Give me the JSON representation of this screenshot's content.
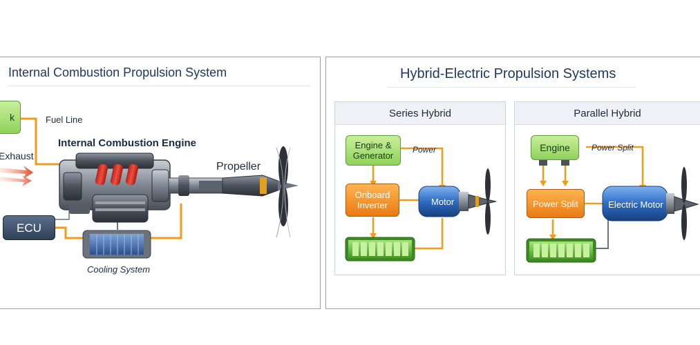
{
  "left_panel": {
    "title": "Internal Combustion Propulsion System",
    "labels": {
      "tank": "k",
      "fuel_line": "Fuel Line",
      "engine": "Internal Combustion Engine",
      "exhaust": "Exhaust",
      "propeller": "Propeller",
      "ecu": "ECU",
      "cooling": "Cooling System"
    }
  },
  "right_panel": {
    "title": "Hybrid-Electric Propulsion Systems",
    "series": {
      "heading": "Series Hybrid",
      "engine_generator": "Engine & Generator",
      "power": "Power",
      "inverter": "Onboard Inverter",
      "motor": "Motor"
    },
    "parallel": {
      "heading": "Parallel Hybrid",
      "engine": "Engine",
      "power_split_label": "Power Split",
      "power_split_box": "Power Split",
      "electric_motor": "Electric Motor"
    }
  },
  "colors": {
    "title": "#1f3864",
    "wire": "#f29a1c",
    "battery": "#5ec03a",
    "motor_blue": "#1f5bb0",
    "exhaust_red": "#e0492a"
  }
}
